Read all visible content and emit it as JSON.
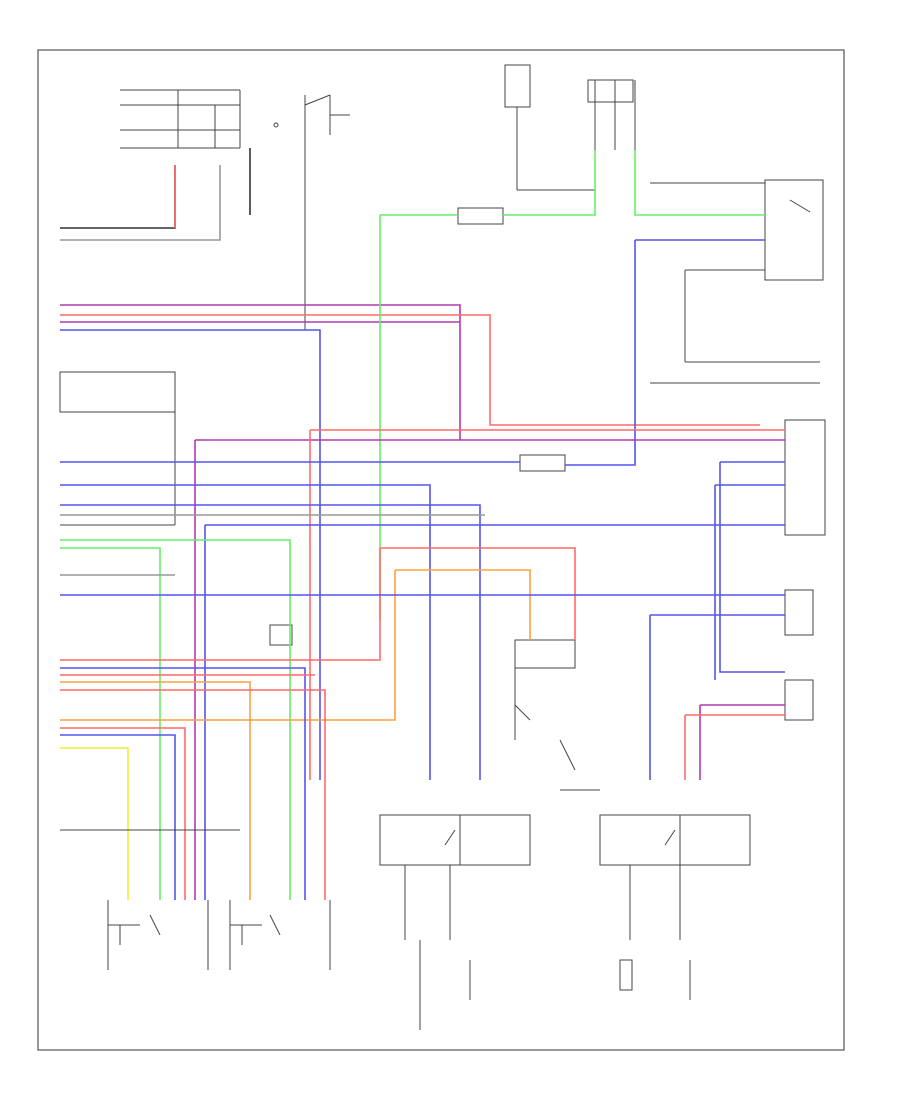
{
  "diagram": {
    "footer_code": "",
    "components": [
      {
        "id": "ignition-area",
        "label": ""
      },
      {
        "id": "rear-door-lock",
        "label": ""
      },
      {
        "id": "right-front-door-lock",
        "label": ""
      },
      {
        "id": "left-front-door-lock",
        "label": ""
      },
      {
        "id": "left-power-window-master",
        "label": ""
      },
      {
        "id": "right-power-window",
        "label": ""
      }
    ]
  },
  "colors": {
    "black": "#333333",
    "red": "#ff6a6a",
    "purple": "#b03ab0",
    "blue": "#5555ee",
    "green": "#66ee66",
    "orange": "#ffa040",
    "yellow": "#eeee33",
    "gray": "#999999"
  }
}
